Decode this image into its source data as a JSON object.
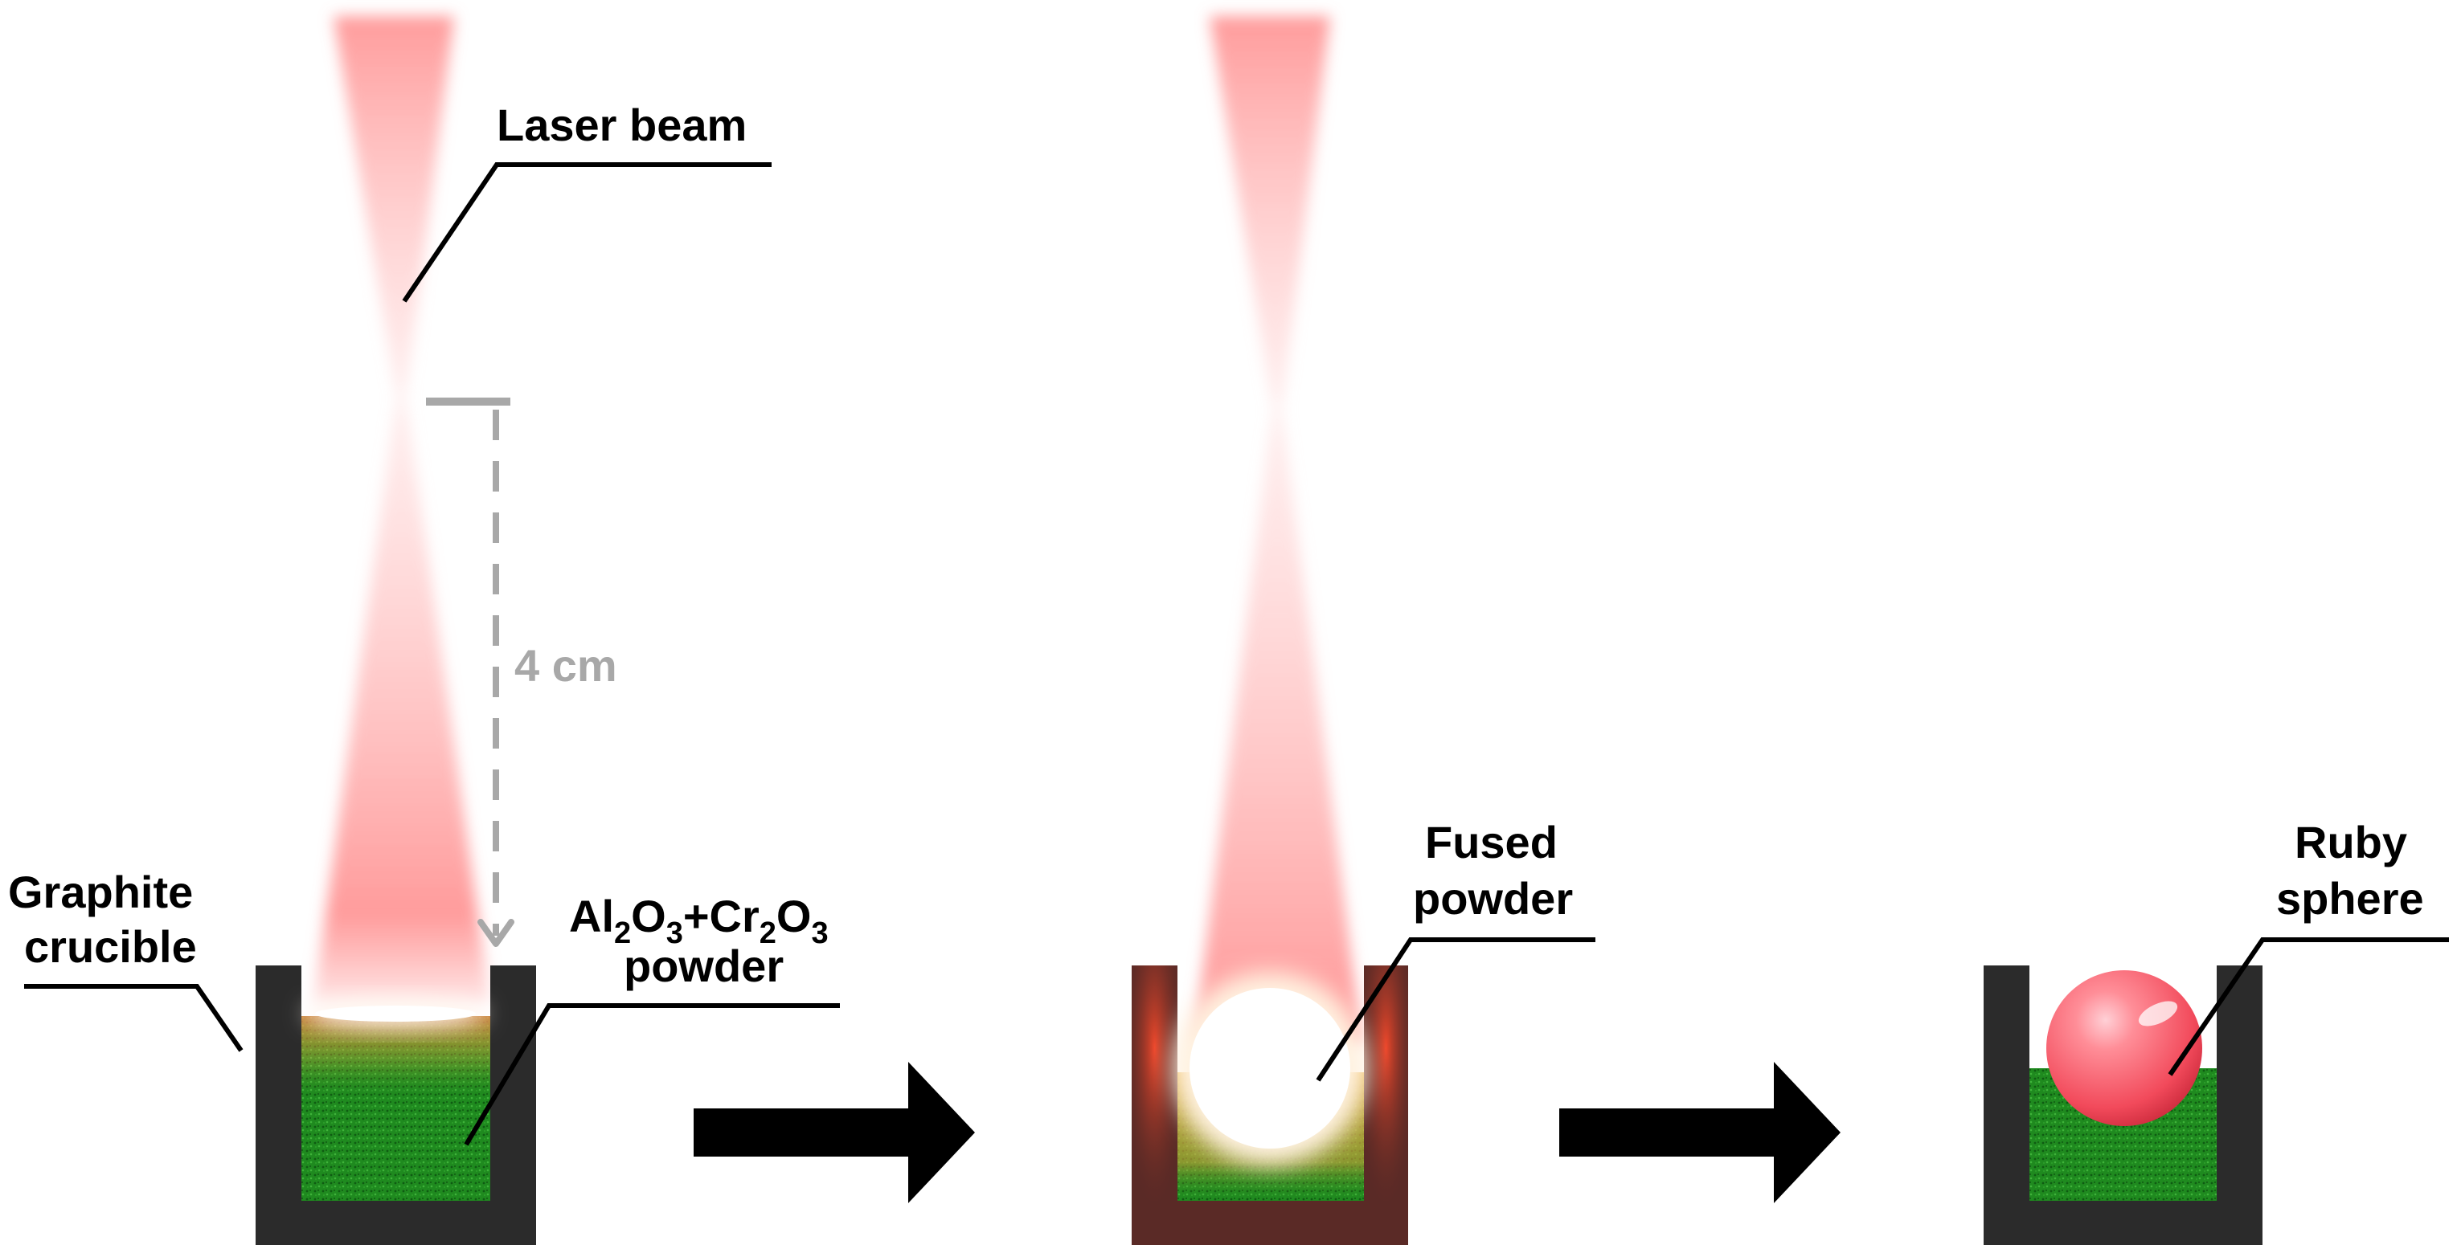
{
  "labels": {
    "laser_beam": "Laser beam",
    "distance": "4 cm",
    "graphite_line1": "Graphite",
    "graphite_line2": "crucible",
    "powder_formula": {
      "al": "Al",
      "al_sub": "2",
      "o1": "O",
      "o1_sub": "3",
      "plus_cr": "+Cr",
      "cr_sub": "2",
      "o2": "O",
      "o2_sub": "3"
    },
    "powder_line2": "powder",
    "fused_line1": "Fused",
    "fused_line2": "powder",
    "ruby_line1": "Ruby",
    "ruby_line2": "sphere"
  },
  "colors": {
    "crucible": "#2b2b2b",
    "crucible_hot": "#5a2a26",
    "powder": "#1f8a1f",
    "laser": "#ff6f6f",
    "ruby": "#ff5c6a",
    "arrow": "#000000",
    "dimension": "#a8a8a8"
  }
}
